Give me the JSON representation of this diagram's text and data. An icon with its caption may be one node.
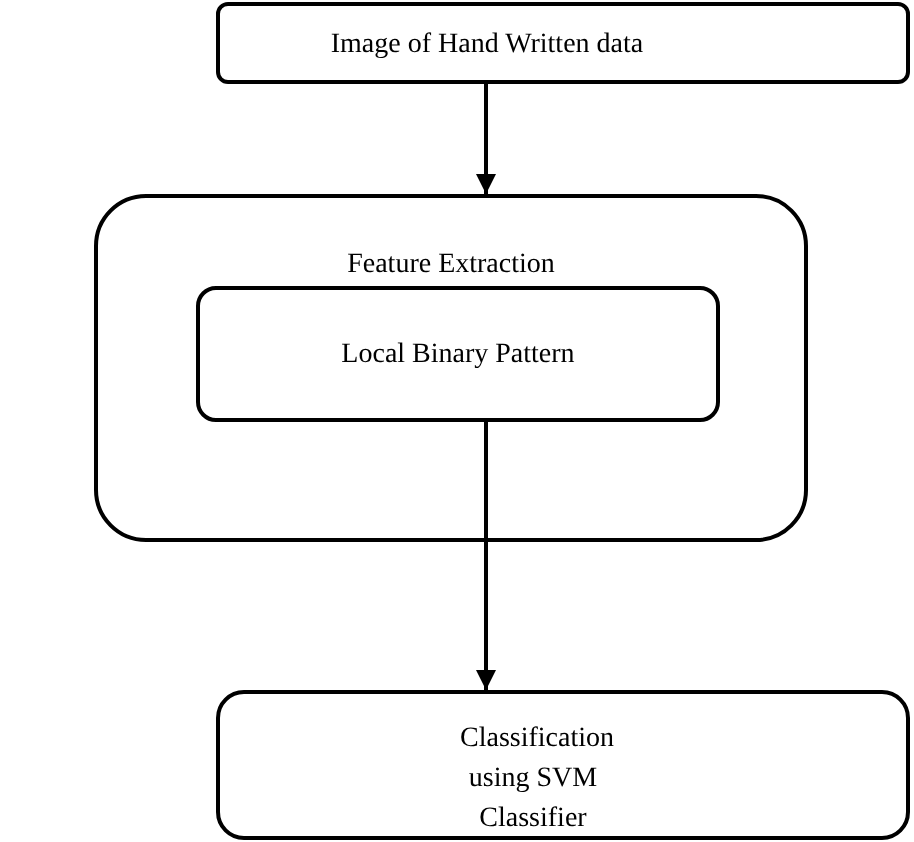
{
  "diagram": {
    "nodes": [
      {
        "text": [
          "Image of Hand Written data"
        ]
      },
      {
        "text": [
          "Feature Extraction"
        ]
      },
      {
        "text": [
          "Local Binary Pattern"
        ],
        "in": 1
      },
      {
        "text": [
          "Classification using SVM Classifier"
        ]
      }
    ],
    "edges": [
      {
        "from": 0,
        "to": 1,
        "arrow": "to"
      },
      {
        "from": 2,
        "to": 3,
        "arrow": "to"
      }
    ]
  }
}
